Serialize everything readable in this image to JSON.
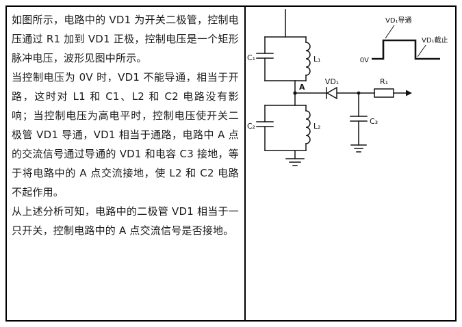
{
  "article": {
    "paragraphs": [
      "如图所示，电路中的 VD1 为开关二极管，控制电压通过 R1 加到 VD1 正极，控制电压是一个矩形脉冲电压，波形见图中所示。",
      "当控制电压为 0V 时，VD1 不能导通，相当于开路，这时对 L1 和 C1、L2 和 C2 电路没有影响；当控制电压为高电平时，控制电压使开关二极管 VD1 导通，VD1 相当于通路，电路中 A 点的交流信号通过导通的 VD1 和电容 C3 接地，等于将电路中的 A 点交流接地，使 L2 和 C2 电路不起作用。",
      "从上述分析可知，电路中的二极管 VD1 相当于一只开关，控制电路中的 A 点交流信号是否接地。"
    ]
  },
  "diagram": {
    "components": {
      "c1": "C₁",
      "l1": "L₁",
      "node_a": "A",
      "vd1": "VD₁",
      "c2": "C₂",
      "l2": "L₂",
      "c3": "C₃",
      "r1": "R₁"
    },
    "waveform": {
      "baseline_label": "0V",
      "high_label": "VD₁导通",
      "low_label": "VD₁截止"
    }
  },
  "colors": {
    "border": "#000000",
    "line": "#111111",
    "text": "#1a1a1a",
    "background": "#ffffff"
  }
}
